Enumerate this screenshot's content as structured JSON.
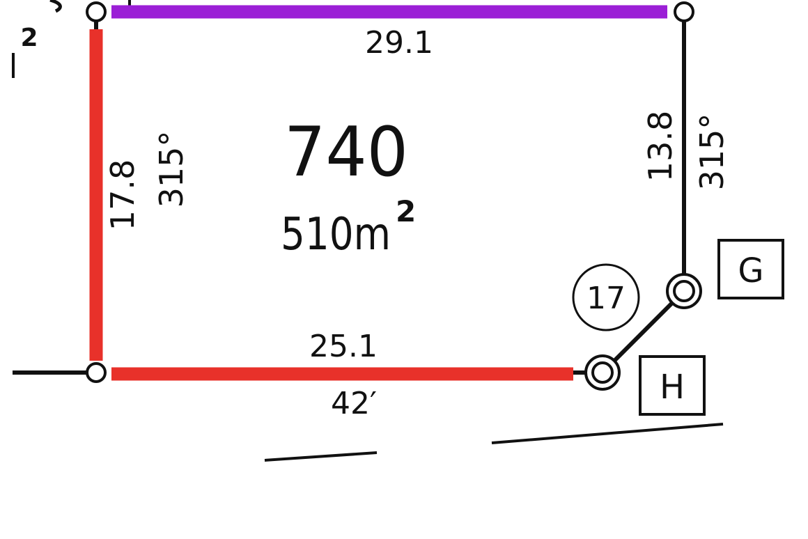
{
  "lot": {
    "number": "740",
    "area_value": "510m",
    "area_superscript": "2"
  },
  "boundaries": {
    "top": {
      "length": "29.1",
      "color": "#9B1FD6"
    },
    "left": {
      "length": "17.8",
      "bearing": "315°",
      "color": "#E8312A"
    },
    "bottom": {
      "length": "25.1",
      "feet": "42′",
      "color": "#E8312A"
    },
    "right": {
      "length": "13.8",
      "bearing": "315°",
      "color": "#111111"
    }
  },
  "markers": {
    "circle_label": "17",
    "box_g": "G",
    "box_h": "H"
  },
  "edge_fragments": {
    "left_number": "2"
  }
}
